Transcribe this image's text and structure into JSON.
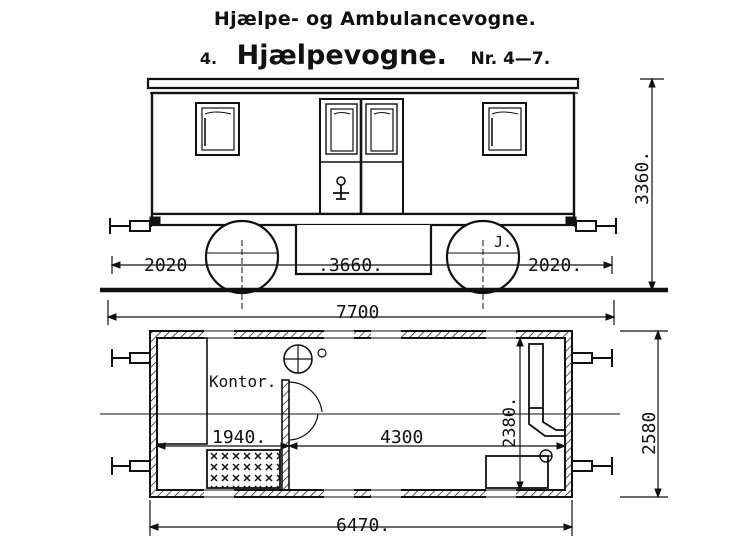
{
  "header": {
    "title": "Hjælpe- og Ambulancevogne.",
    "section_number": "4.",
    "subtitle": "Hjælpevogne.",
    "number_range": "Nr. 4—7."
  },
  "side_view": {
    "dim_left_overhang": "2020",
    "dim_center": ".3660.",
    "dim_right_overhang": "2020.",
    "dim_total_length": "7700",
    "dim_height": "3360.",
    "wheel_mark": "J."
  },
  "plan_view": {
    "room_label": "Kontor.",
    "dim_room_length": "1940.",
    "dim_main_length": "4300",
    "dim_inner_width": "2380.",
    "dim_outer_width": "2580",
    "dim_body_length": "6470."
  }
}
